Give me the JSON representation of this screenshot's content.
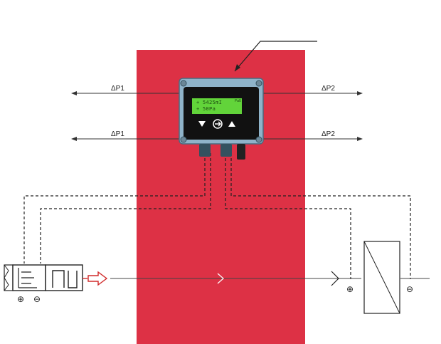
{
  "labels": {
    "p1_upper": "ΔP1",
    "p2_upper": "ΔP2",
    "p1_lower": "ΔP1",
    "p2_lower": "ΔP2"
  },
  "display": {
    "line1": "+ 5425mI",
    "line2": "+  50Pa",
    "unit_tag": "PaU"
  },
  "terminals": {
    "plus": "⊕",
    "minus": "⊖"
  },
  "colors": {
    "duct": "#dd3145",
    "housing": "#8fb3c9",
    "lcd": "#62d43a",
    "signal_arrow": "#d02a2a"
  }
}
